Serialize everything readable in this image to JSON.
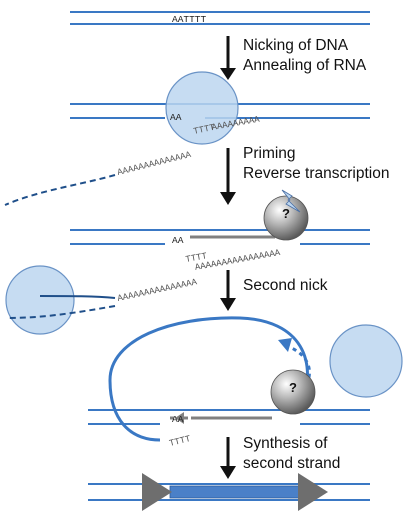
{
  "steps": {
    "nicking": "Nicking of DNA",
    "annealing": "Annealing of RNA",
    "priming": "Priming",
    "reverse_transcription": "Reverse transcription",
    "second_nick": "Second nick",
    "synthesis_line1": "Synthesis of",
    "synthesis_line2": "second strand"
  },
  "sequences": {
    "target_site": "AATTTT",
    "aa_1": "AA",
    "tttt_1": "TTTT",
    "polya_1": "AAAAAAAAA",
    "polya_tail_1": "AAAAAAAAAAAAAA",
    "aa_2": "AA",
    "tttt_2": "TTTT",
    "polya_2": "AAAAAAAAAAAAAAAA",
    "polya_tail_2": "AAAAAAAAAAAAAAA",
    "aa_3": "AA",
    "tttt_3": "TTTT"
  },
  "enzyme_mark": "?",
  "enzyme_mark_2": "?",
  "colors": {
    "dna": "#3a78c4",
    "rna": "#1f4f8a",
    "protein_fill": "#bcd6f0",
    "protein_stroke": "#6a93c6",
    "enzyme": "#9a9a9a",
    "cdna": "#808080",
    "insert": "#4a80c8",
    "tsd": "#6e6e6e"
  }
}
